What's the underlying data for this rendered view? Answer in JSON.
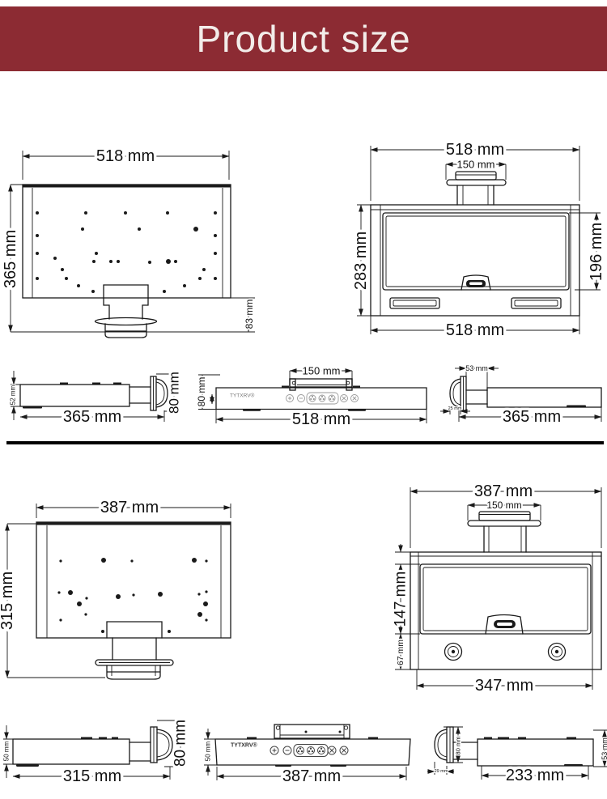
{
  "header": {
    "title": "Product size",
    "bg_color": "#8c2b33",
    "text_color": "#f2ece9"
  },
  "brand": {
    "name": "TYTXRV®"
  },
  "colors": {
    "line": "#1a1a1a",
    "divider": "#000000",
    "background": "#ffffff"
  },
  "icons": {
    "control_buttons": [
      "plus-circle",
      "minus-circle",
      "fan",
      "fan",
      "fan",
      "dial",
      "dial"
    ]
  },
  "model_518": {
    "back_view": {
      "width": "518 mm",
      "height": "365 mm",
      "stand_height": "83 mm"
    },
    "front_view": {
      "width_top": "518 mm",
      "mount_width": "150 mm",
      "height": "283 mm",
      "door_height": "196 mm",
      "width_bottom": "518 mm"
    },
    "side_view_left": {
      "body_thickness": "52 mm",
      "depth": "365 mm",
      "bracket_height": "80 mm"
    },
    "bottom_view": {
      "mount_width": "150 mm",
      "height": "80 mm",
      "width": "518 mm"
    },
    "side_view_right": {
      "bracket_depth": "53 mm",
      "flange_depth": "25 mm",
      "depth": "365 mm"
    }
  },
  "model_387": {
    "back_view": {
      "width": "387 mm",
      "height": "315 mm"
    },
    "front_view": {
      "width_top": "387 mm",
      "mount_width": "150 mm",
      "door_height": "147 mm",
      "speaker_row_height": "67 mm",
      "width_bottom": "347 mm"
    },
    "side_view_left": {
      "body_thickness": "50 mm",
      "depth": "315 mm",
      "bracket_height": "80 mm"
    },
    "bottom_view": {
      "body_thickness": "50 mm",
      "width": "387 mm"
    },
    "side_view_right": {
      "bracket_height": "80 mm",
      "flange_depth": "29 mm",
      "depth": "233 mm",
      "body_thickness": "53 mm"
    }
  }
}
